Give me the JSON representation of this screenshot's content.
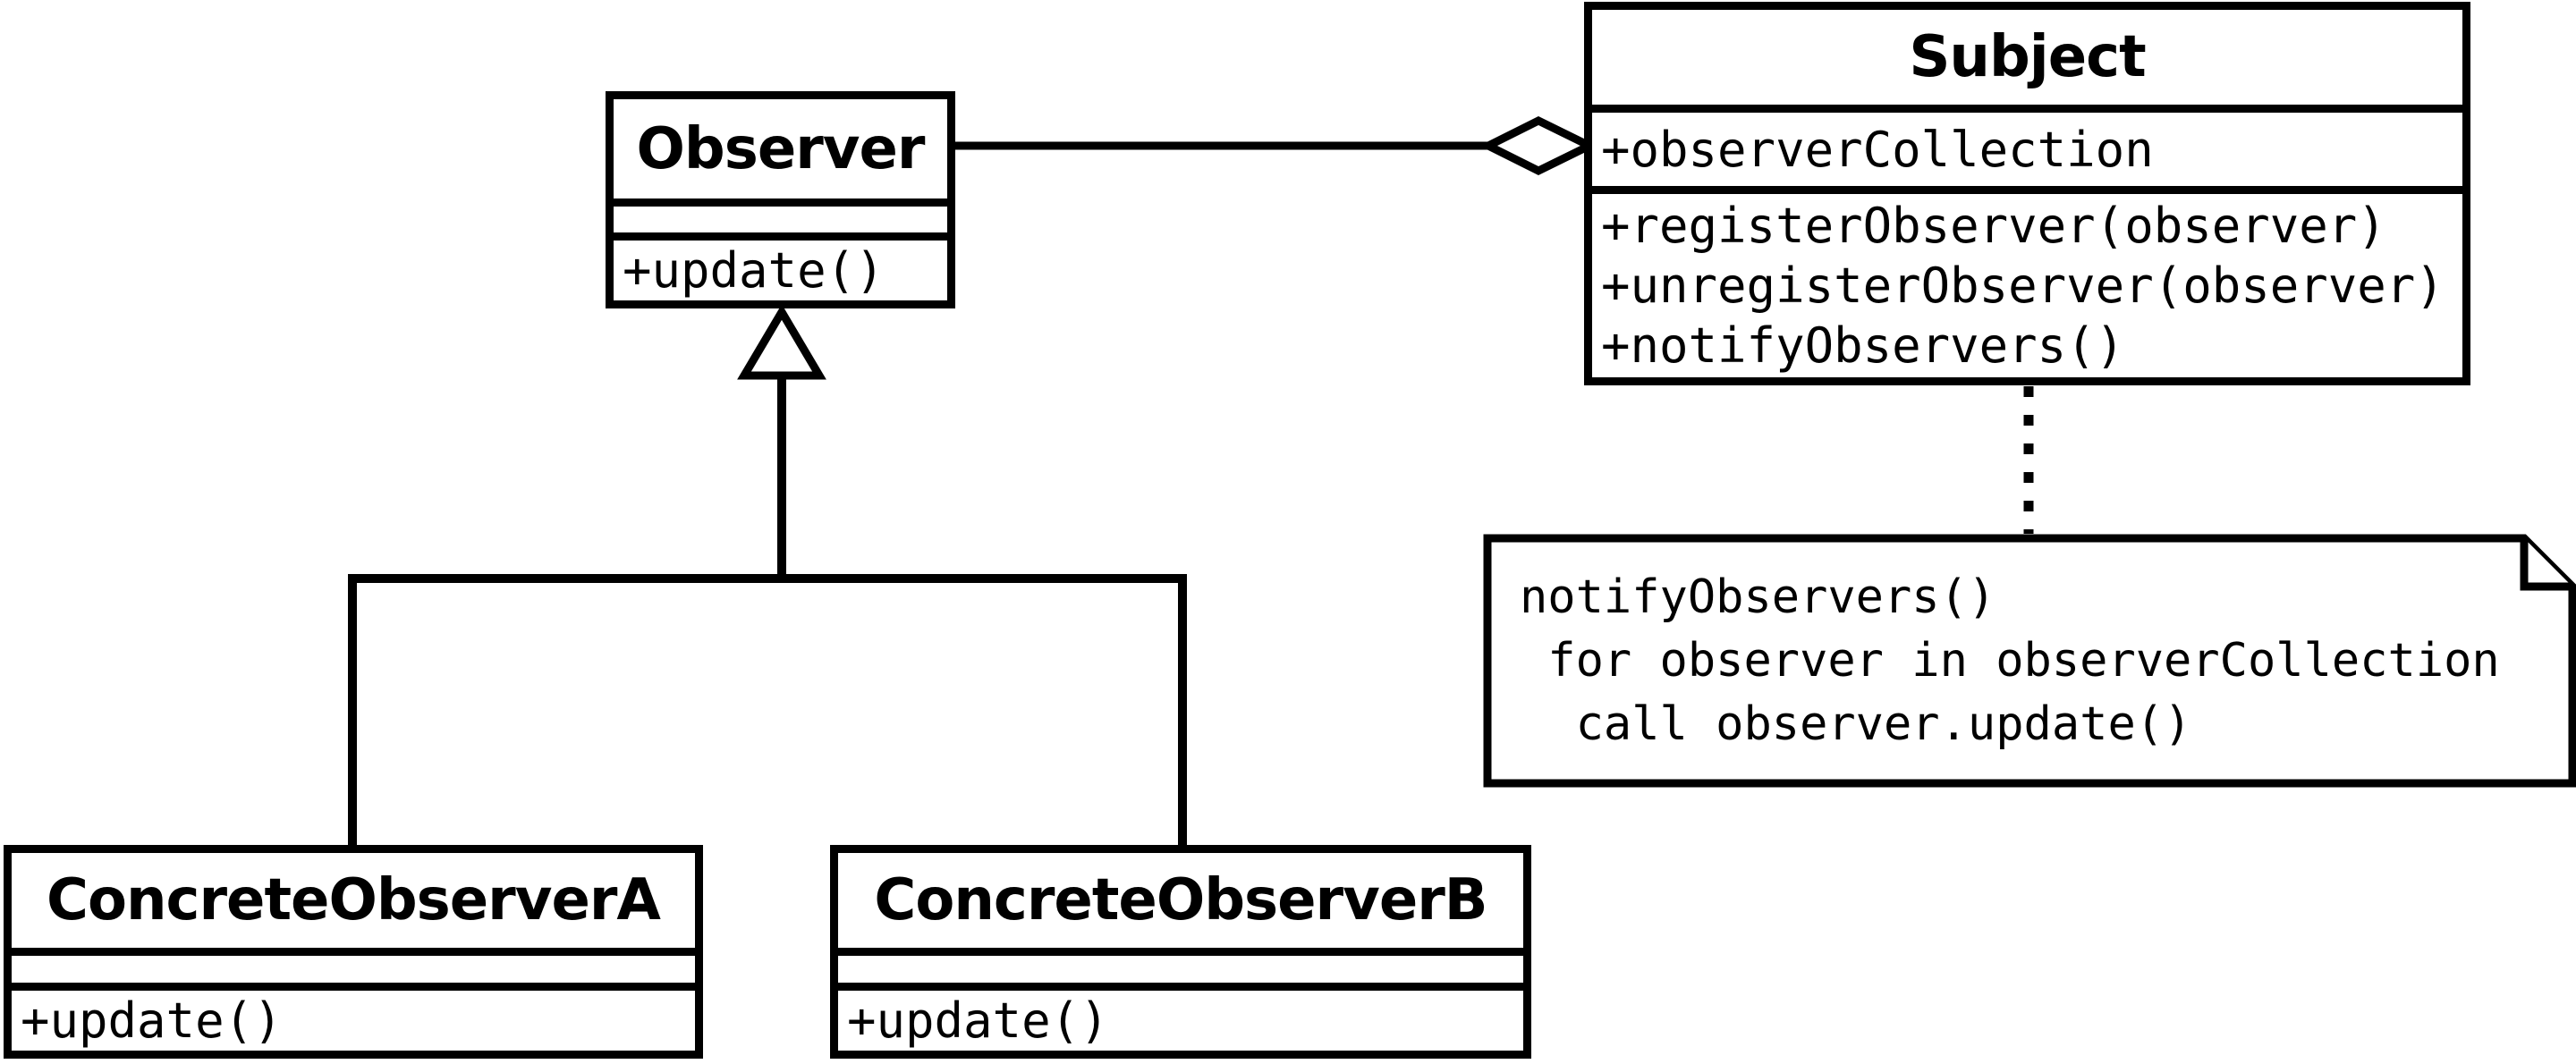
{
  "diagram": {
    "type": "uml-class-diagram",
    "pattern": "Observer design pattern",
    "background_color": "#ffffff",
    "stroke_color": "#000000",
    "classes": [
      {
        "name": "Observer",
        "attributes": [],
        "methods": [
          "+update()"
        ]
      },
      {
        "name": "Subject",
        "attributes": [
          "+observerCollection"
        ],
        "methods": [
          "+registerObserver(observer)",
          "+unregisterObserver(observer)",
          "+notifyObservers()"
        ]
      },
      {
        "name": "ConcreteObserverA",
        "attributes": [],
        "methods": [
          "+update()"
        ]
      },
      {
        "name": "ConcreteObserverB",
        "attributes": [],
        "methods": [
          "+update()"
        ]
      }
    ],
    "note": {
      "lines": [
        "notifyObservers()",
        " for observer in observerCollection",
        "  call observer.update()"
      ]
    },
    "relationships": [
      {
        "type": "aggregation",
        "owner": "Subject",
        "part": "Observer",
        "marker": "open-diamond",
        "line": "solid"
      },
      {
        "type": "generalization",
        "child": "ConcreteObserverA",
        "parent": "Observer",
        "marker": "open-triangle",
        "line": "solid"
      },
      {
        "type": "generalization",
        "child": "ConcreteObserverB",
        "parent": "Observer",
        "marker": "open-triangle",
        "line": "solid"
      },
      {
        "type": "note-attachment",
        "from": "Subject",
        "to": "note",
        "line": "dotted"
      }
    ]
  }
}
